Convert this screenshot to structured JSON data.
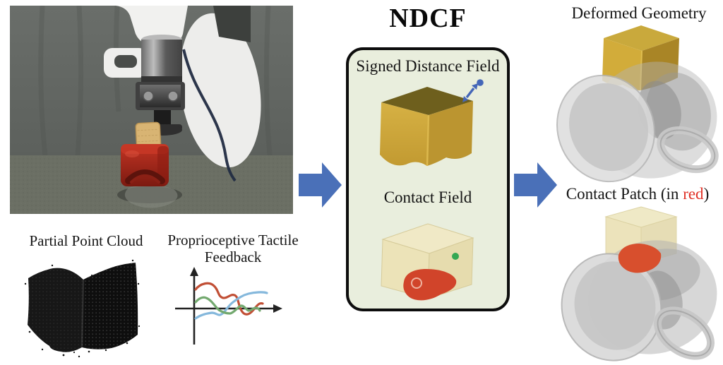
{
  "figure_labels": {
    "ndcf_title": "NDCF",
    "signed_distance_field": "Signed Distance Field",
    "contact_field": "Contact Field",
    "partial_point_cloud": "Partial Point Cloud",
    "tactile_line1": "Proprioceptive Tactile",
    "tactile_line2": "Feedback",
    "deformed_geometry": "Deformed Geometry",
    "contact_patch_prefix": "Contact Patch (in ",
    "contact_patch_highlight": "red",
    "contact_patch_suffix": ")"
  },
  "colors": {
    "flow_arrow_blue": "#4a70b8",
    "ndcf_box_background": "#e9eedd",
    "ndcf_box_border": "#0d0d0d",
    "gold_cube": "#cfa93a",
    "gold_cube_top": "#6e5f1d",
    "translucent_cube": "#ece4bc",
    "contact_patch_red": "#d1442a",
    "query_point_blue": "#4466b8",
    "contact_point_green": "#34a853",
    "red_word": "#e03127",
    "plot_line_red": "#c14f35",
    "plot_line_blue": "#85b8dc",
    "plot_line_green": "#73a96f",
    "point_cloud_black": "#141414",
    "mug_gray": "#bdbdbd",
    "experiment_mug_red": "#b5271a",
    "sponge_tan": "#d8b473"
  },
  "icons": {
    "flow_arrow": "solid-right-block-arrow",
    "sdf_query_marker": "blue-dot-with-double-headed-arrow",
    "contact_query_markers": "green-dot-and-red-ring",
    "tactile_axes": "xy-axes-with-arrowheads"
  }
}
